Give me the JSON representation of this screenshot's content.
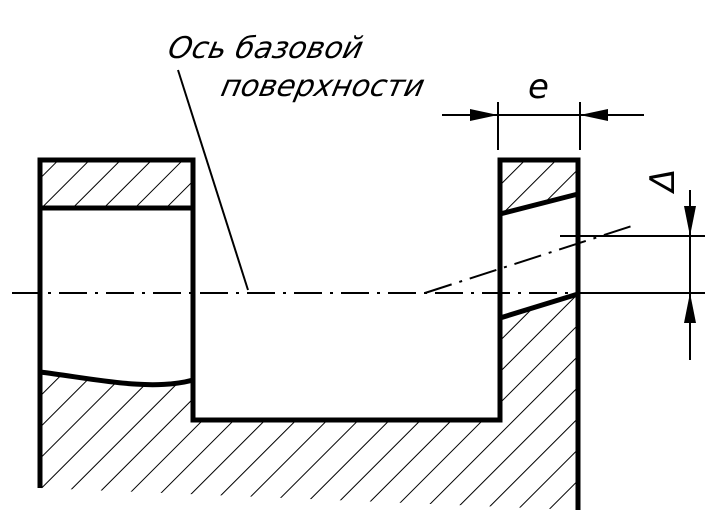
{
  "labels": {
    "axis_line1": "Ось базовой",
    "axis_line2": "поверхности",
    "dim_e": "e",
    "dim_delta": "Δ"
  }
}
